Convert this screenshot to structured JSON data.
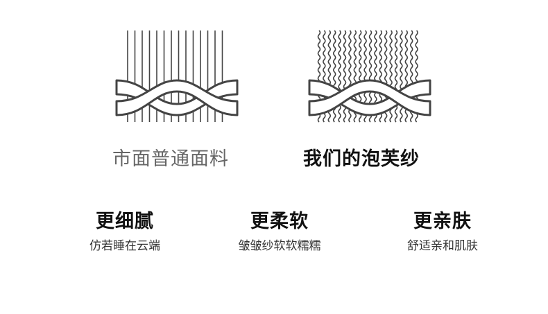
{
  "comparison": {
    "regular_fabric_label": "市面普通面料",
    "our_fabric_label": "我们的泡芙纱"
  },
  "features": [
    {
      "title": "更细腻",
      "subtitle": "仿若睡在云端"
    },
    {
      "title": "更柔软",
      "subtitle": "皱皱纱软软糯糯"
    },
    {
      "title": "更亲肤",
      "subtitle": "舒适亲和肌肤"
    }
  ],
  "colors": {
    "line": "#444444",
    "text_primary": "#111111",
    "text_muted": "#666666"
  }
}
